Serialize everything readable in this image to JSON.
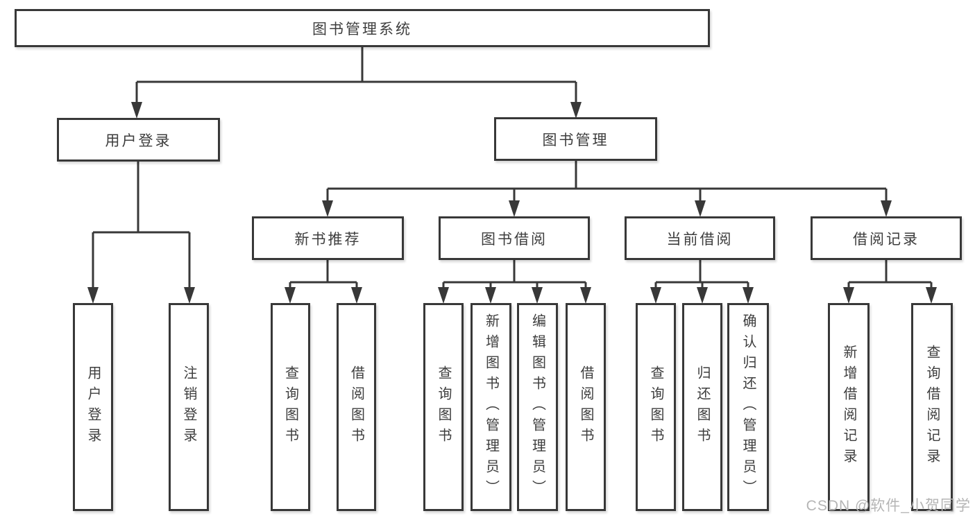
{
  "diagram": {
    "root": {
      "label": "图书管理系统"
    },
    "branches": [
      {
        "label": "用户登录",
        "leaves": [
          {
            "label": "用户登录"
          },
          {
            "label": "注销登录"
          }
        ]
      },
      {
        "label": "图书管理",
        "groups": [
          {
            "label": "新书推荐",
            "leaves": [
              {
                "label": "查询图书"
              },
              {
                "label": "借阅图书"
              }
            ]
          },
          {
            "label": "图书借阅",
            "leaves": [
              {
                "label": "查询图书"
              },
              {
                "label": "新增图书（管理员）"
              },
              {
                "label": "编辑图书（管理员）"
              },
              {
                "label": "借阅图书"
              }
            ]
          },
          {
            "label": "当前借阅",
            "leaves": [
              {
                "label": "查询图书"
              },
              {
                "label": "归还图书"
              },
              {
                "label": "确认归还（管理员）"
              }
            ]
          },
          {
            "label": "借阅记录",
            "leaves": [
              {
                "label": "新增借阅记录"
              },
              {
                "label": "查询借阅记录"
              }
            ]
          }
        ]
      }
    ]
  },
  "watermark": {
    "text": "CSDN @软件_小贺同学"
  },
  "colors": {
    "line": "#383838",
    "text": "#3d3d3d",
    "watermark": "#b5b5b5",
    "background": "#ffffff"
  }
}
